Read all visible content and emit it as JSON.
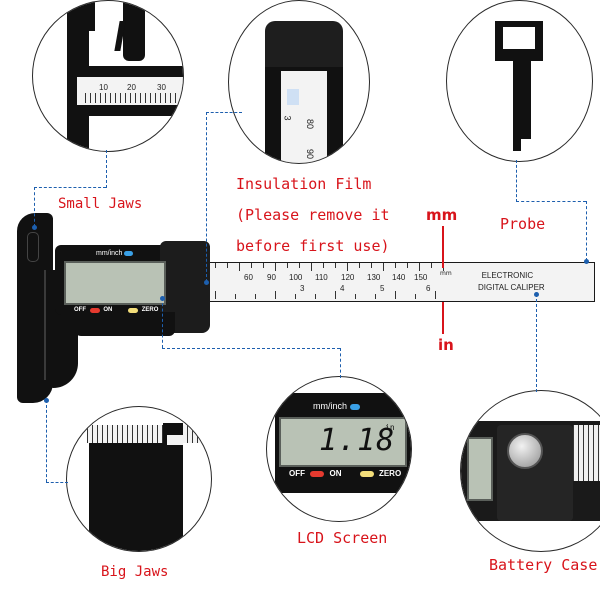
{
  "labels": {
    "small_jaws": "Small Jaws",
    "insulation_line1": "Insulation Film",
    "insulation_line2": "(Please remove it",
    "insulation_line3": "before first use)",
    "probe": "Probe",
    "lcd_screen": "LCD Screen",
    "big_jaws": "Big Jaws",
    "battery_case": "Battery Case",
    "unit_mm": "mm",
    "unit_in": "in"
  },
  "caliper": {
    "mode_label": "mm/inch",
    "off": "OFF",
    "on": "ON",
    "zero": "ZERO",
    "brand_line1": "ELECTRONIC",
    "brand_line2": "DIGITAL CALIPER",
    "scale_mm_ticks": [
      "60",
      "90",
      "100",
      "110",
      "120",
      "130",
      "140",
      "150"
    ],
    "scale_in_ticks": [
      "3",
      "4",
      "5",
      "6"
    ],
    "scale_mm_unit": "mm"
  },
  "lcd_zoom": {
    "mode_label": "mm/inch",
    "reading": "1.18",
    "unit": "in",
    "off": "OFF",
    "on": "ON",
    "zero": "ZERO"
  },
  "small_jaws_zoom": {
    "ticks": [
      "10",
      "20",
      "30"
    ]
  },
  "insulation_zoom": {
    "ticks": [
      "80",
      "90"
    ],
    "side": "3"
  },
  "colors": {
    "label_red": "#d8141b",
    "leader_blue": "#1d5fae",
    "body_black": "#111111",
    "button_red": "#e53a2f",
    "button_yellow": "#f3de7a",
    "mode_blue": "#3aa0e6"
  }
}
